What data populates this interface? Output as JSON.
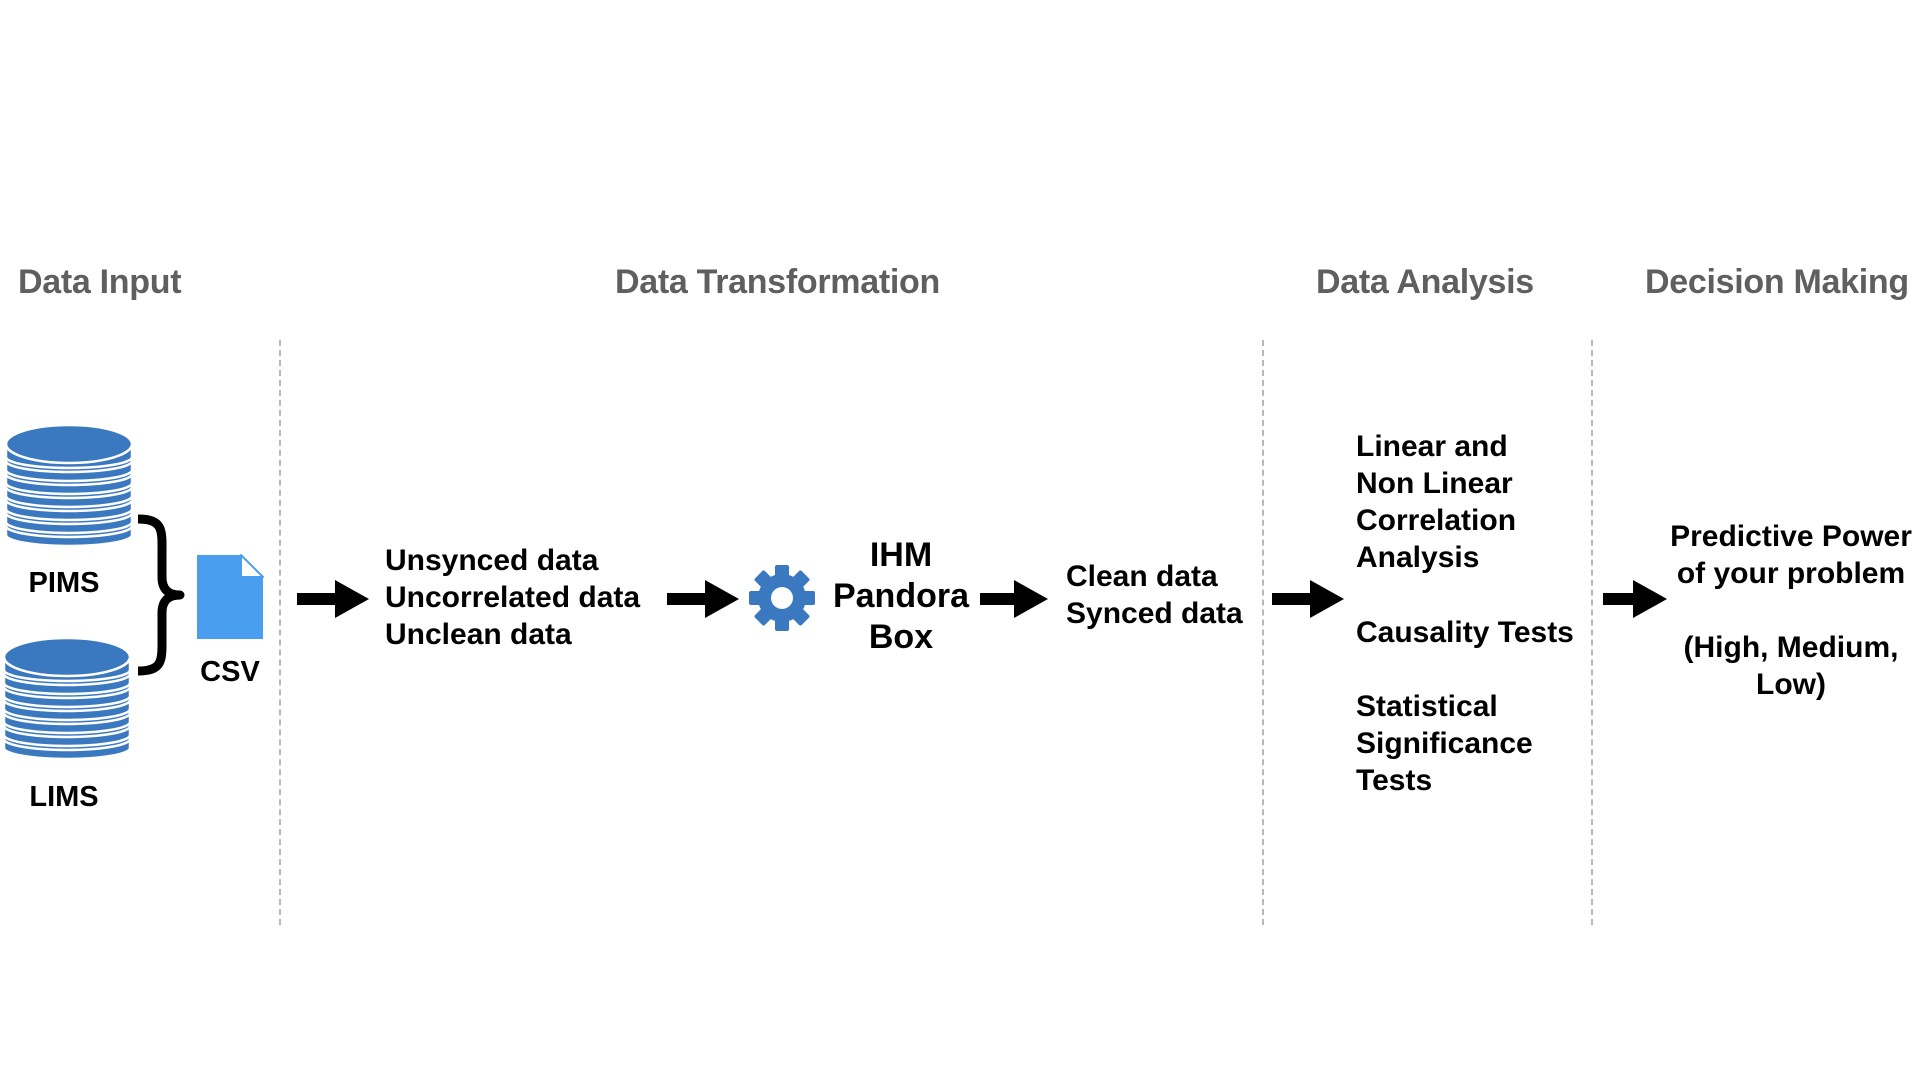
{
  "sections": {
    "input": "Data Input",
    "transformation": "Data Transformation",
    "analysis": "Data Analysis",
    "decision": "Decision Making"
  },
  "sources": {
    "pims": "PIMS",
    "lims": "LIMS",
    "csv": "CSV"
  },
  "raw_data": [
    "Unsynced data",
    "Uncorrelated data",
    "Unclean data"
  ],
  "processor": [
    "IHM",
    "Pandora",
    "Box"
  ],
  "clean_data": [
    "Clean data",
    "Synced data"
  ],
  "analysis_items": {
    "correlation": [
      "Linear and",
      "Non Linear",
      "Correlation",
      "Analysis"
    ],
    "causality": "Causality Tests",
    "significance": [
      "Statistical",
      "Significance",
      "Tests"
    ]
  },
  "decision": {
    "line1": "Predictive Power",
    "line2": "of your problem",
    "levels": [
      "(High, Medium,",
      "Low)"
    ]
  },
  "colors": {
    "database": "#3a78c0",
    "database_lines": "#ffffff",
    "file": "#4a9ef0",
    "gear": "#3a78c0",
    "heading": "#5f5f5f",
    "divider": "#b8b8b8",
    "arrow": "#000000"
  },
  "icons": [
    "database-icon",
    "database-icon",
    "csv-file-icon",
    "gear-icon",
    "arrow-right-icon",
    "curly-brace-icon"
  ]
}
